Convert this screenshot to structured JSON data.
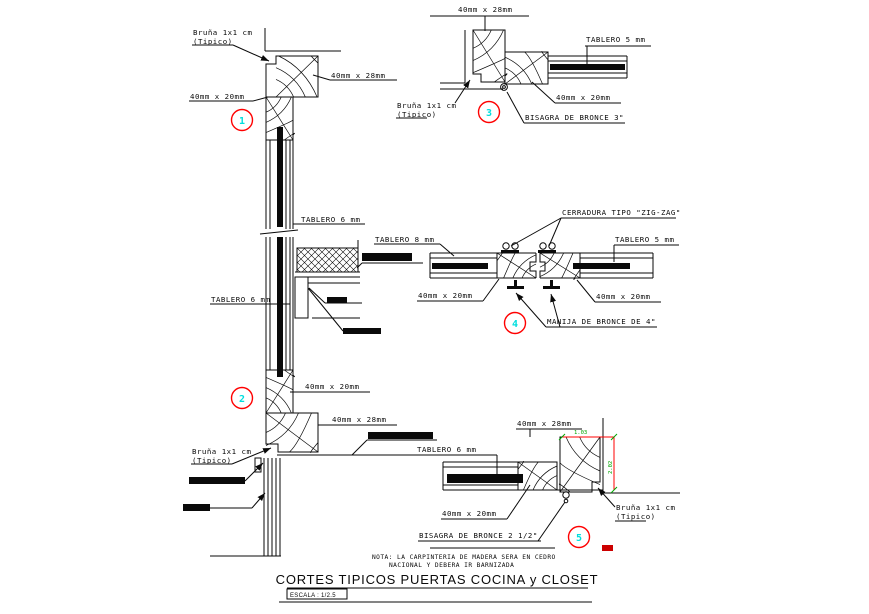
{
  "drawing": {
    "title": "CORTES TIPICOS PUERTAS COCINA y CLOSET",
    "scale": "ESCALA : 1/2.5",
    "note_line1": "NOTA: LA CARPINTERIA DE MADERA SERA EN CEDRO",
    "note_line2": "NACIONAL Y DEBERA IR BARNIZADA"
  },
  "labels": {
    "bruna1": "Bruña 1x1 cm",
    "bruna2": "(Tipico)",
    "dim_40x28": "40mm x 28mm",
    "dim_40x20": "40mm x 20mm",
    "tablero5": "TABLERO 5 mm",
    "tablero6": "TABLERO 6 mm",
    "tablero8": "TABLERO 8 mm",
    "cerradura": "CERRADURA TIPO \"ZIG-ZAG\"",
    "manija": "MANIJA DE BRONCE DE 4\"",
    "bisagra_3": "BISAGRA DE BRONCE 3\"",
    "bisagra_2_5": "BISAGRA DE BRONCE 2 1/2\""
  },
  "detail_numbers": {
    "d1": "1",
    "d2": "2",
    "d3": "3",
    "d4": "4",
    "d5": "5"
  },
  "dimensions": {
    "horizontal": "1.03",
    "vertical": "2.02"
  },
  "colors": {
    "line": "#0a0a0a",
    "detail_circle": "#ff0000",
    "detail_number": "#00dede",
    "dim_line": "#ff0000",
    "dim_text": "#00a500",
    "background": "#ffffff"
  }
}
